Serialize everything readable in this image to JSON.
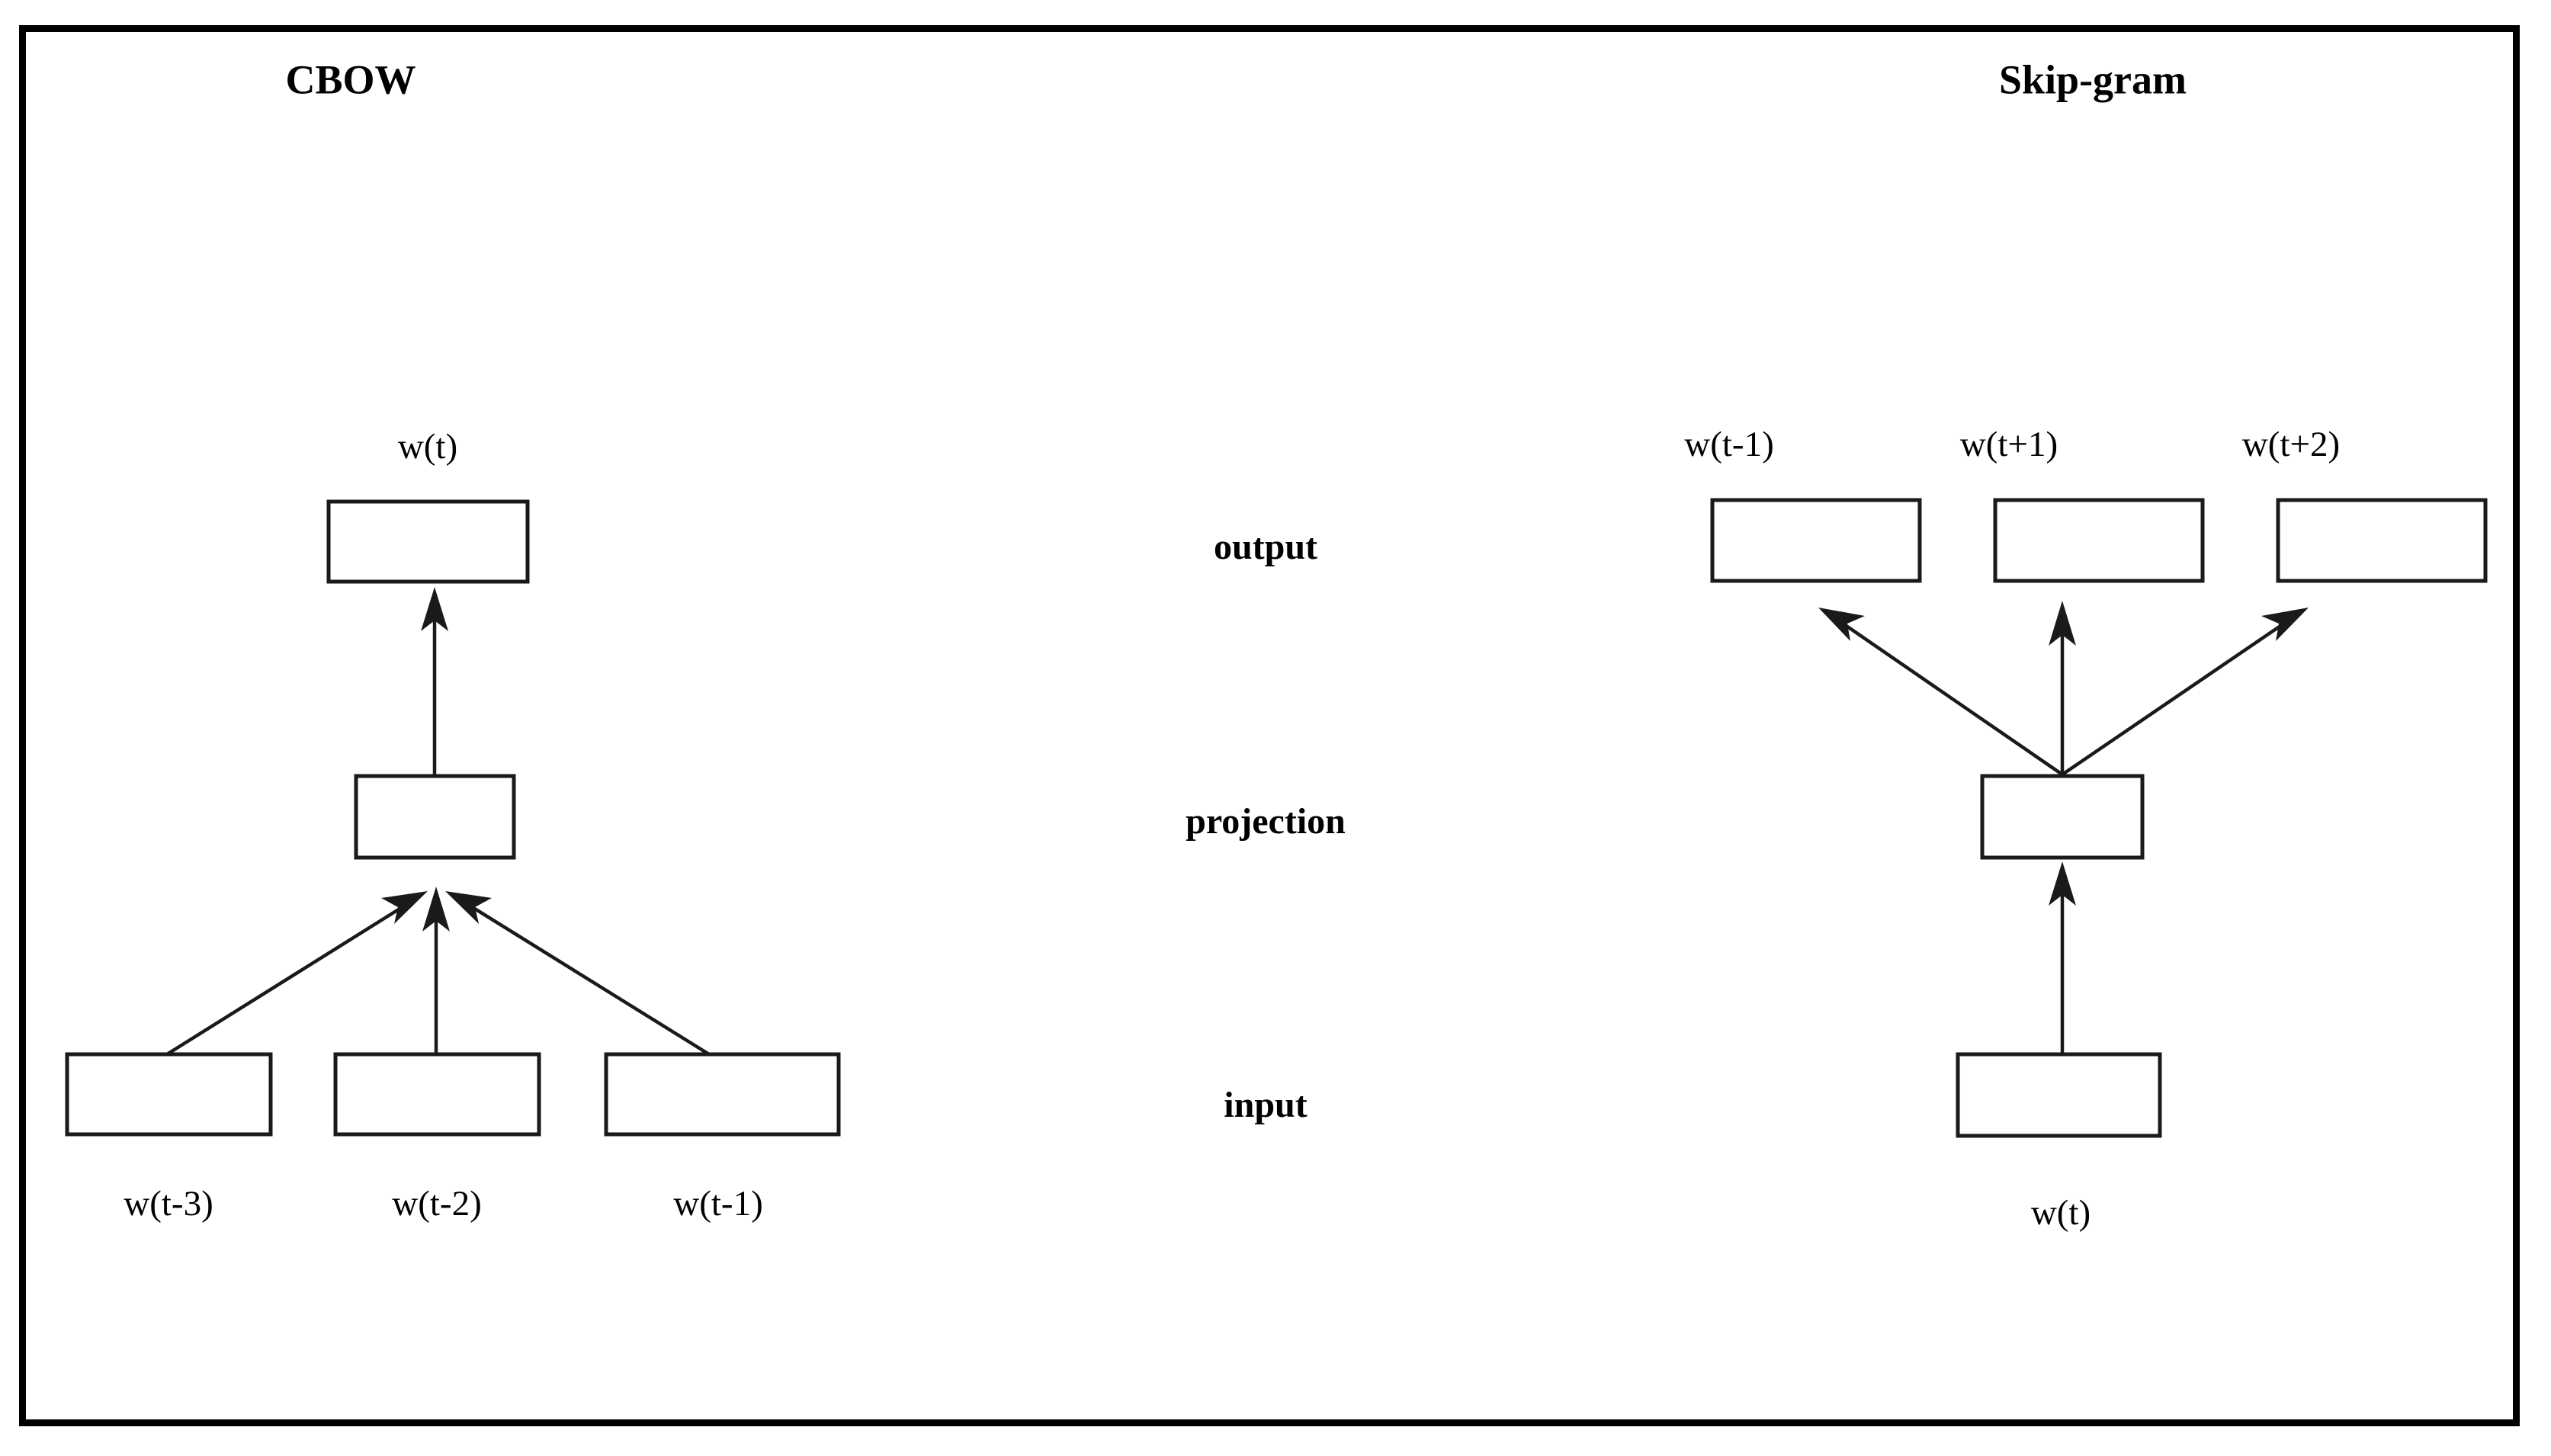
{
  "figure": {
    "border_color": "#000000",
    "background": "#ffffff",
    "line_color": "#1a1a1a"
  },
  "titles": {
    "cbow": "CBOW",
    "skipgram": "Skip-gram"
  },
  "layer_labels": {
    "output": "output",
    "projection": "projection",
    "input": "input"
  },
  "cbow": {
    "output_label": "w(t)",
    "input_labels": [
      "w(t-3)",
      "w(t-2)",
      "w(t-1)"
    ]
  },
  "skipgram": {
    "output_labels": [
      "w(t-1)",
      "w(t+1)",
      "w(t+2)"
    ],
    "input_label": "w(t)"
  },
  "chart_data": {
    "type": "diagram",
    "title": "CBOW and Skip-gram word2vec architectures",
    "layers": [
      "output",
      "projection",
      "input"
    ],
    "models": [
      {
        "name": "CBOW",
        "nodes": [
          {
            "id": "cbow-output",
            "layer": "output",
            "label": "w(t)",
            "label_position": "above"
          },
          {
            "id": "cbow-projection",
            "layer": "projection",
            "label": "",
            "label_position": "none"
          },
          {
            "id": "cbow-input-1",
            "layer": "input",
            "label": "w(t-3)",
            "label_position": "below"
          },
          {
            "id": "cbow-input-2",
            "layer": "input",
            "label": "w(t-2)",
            "label_position": "below"
          },
          {
            "id": "cbow-input-3",
            "layer": "input",
            "label": "w(t-1)",
            "label_position": "below"
          }
        ],
        "edges": [
          {
            "from": "cbow-input-1",
            "to": "cbow-projection"
          },
          {
            "from": "cbow-input-2",
            "to": "cbow-projection"
          },
          {
            "from": "cbow-input-3",
            "to": "cbow-projection"
          },
          {
            "from": "cbow-projection",
            "to": "cbow-output"
          }
        ]
      },
      {
        "name": "Skip-gram",
        "nodes": [
          {
            "id": "skip-output-1",
            "layer": "output",
            "label": "w(t-1)",
            "label_position": "above"
          },
          {
            "id": "skip-output-2",
            "layer": "output",
            "label": "w(t+1)",
            "label_position": "above"
          },
          {
            "id": "skip-output-3",
            "layer": "output",
            "label": "w(t+2)",
            "label_position": "above"
          },
          {
            "id": "skip-projection",
            "layer": "projection",
            "label": "",
            "label_position": "none"
          },
          {
            "id": "skip-input",
            "layer": "input",
            "label": "w(t)",
            "label_position": "below"
          }
        ],
        "edges": [
          {
            "from": "skip-input",
            "to": "skip-projection"
          },
          {
            "from": "skip-projection",
            "to": "skip-output-1"
          },
          {
            "from": "skip-projection",
            "to": "skip-output-2"
          },
          {
            "from": "skip-projection",
            "to": "skip-output-3"
          }
        ]
      }
    ]
  }
}
